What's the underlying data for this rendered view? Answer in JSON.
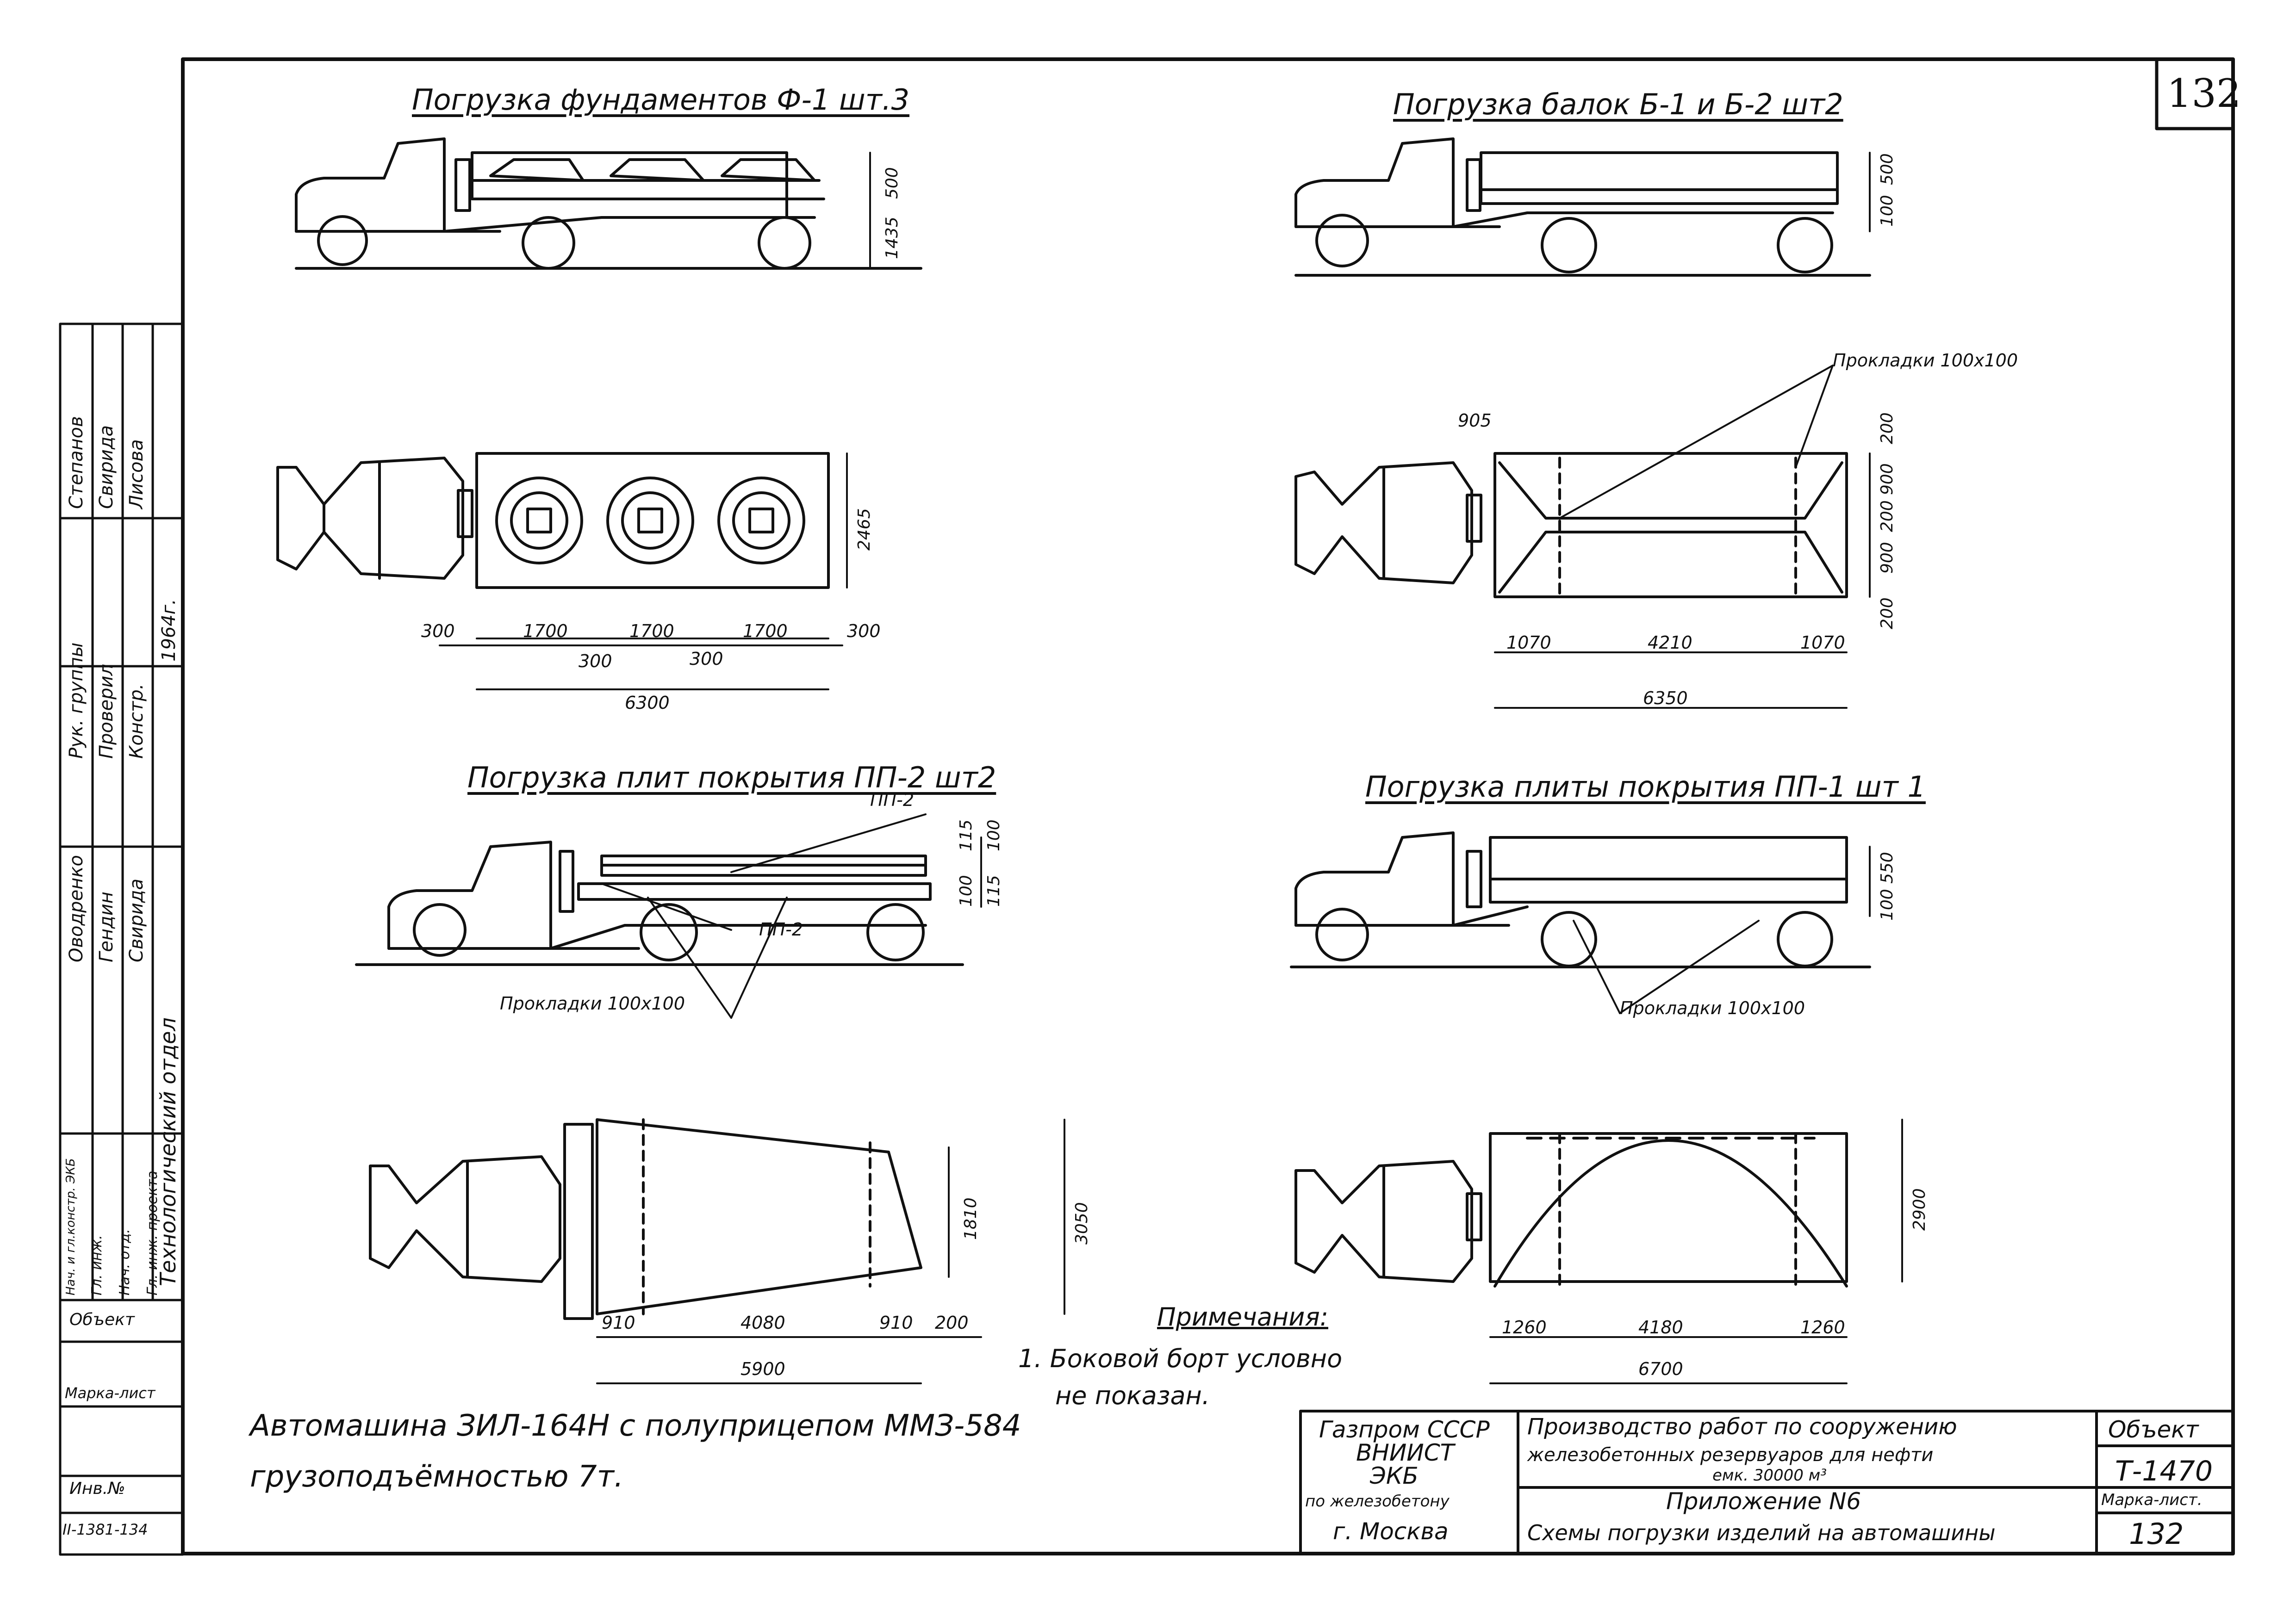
{
  "page_number": "132",
  "sections": {
    "foundations": {
      "title": "Погрузка фундаментов Ф-1 шт.3",
      "dims": {
        "h1": "1435",
        "h2": "500",
        "width": "2465",
        "ends": "300",
        "seg1": "1700",
        "seg2": "1700",
        "seg3": "1700",
        "end2": "300",
        "gap1": "300",
        "gap2": "300",
        "total": "6300"
      }
    },
    "beams": {
      "title": "Погрузка балок Б-1 и Б-2 шт2",
      "pads": "Прокладки 100х100",
      "dims": {
        "h1": "100",
        "h2": "500",
        "top": "905",
        "r1": "200",
        "r2": "900",
        "r3": "200",
        "r4": "900",
        "r5": "200",
        "left": "1070",
        "mid": "4210",
        "right": "1070",
        "total": "6350"
      }
    },
    "slabs2": {
      "title": "Погрузка плит покрытия ПП-2 шт2",
      "label_top": "ПП-2",
      "label_mid": "ПП-2",
      "pads": "Прокладки 100х100",
      "dims": {
        "a": "115",
        "b": "100",
        "c": "115",
        "d": "100",
        "e": "1810",
        "f": "3050",
        "left": "910",
        "mid": "4080",
        "right": "910",
        "tail": "200",
        "total": "5900"
      }
    },
    "slab1": {
      "title": "Погрузка плиты покрытия ПП-1 шт 1",
      "pads": "Прокладки 100х100",
      "dims": {
        "h1": "100",
        "h2": "550",
        "w": "2900",
        "left": "1260",
        "mid": "4180",
        "right": "1260",
        "total": "6700"
      }
    }
  },
  "notes": {
    "heading": "Примечания:",
    "line1": "1. Боковой борт условно",
    "line2": "не показан."
  },
  "caption": {
    "line1": "Автомашина ЗИЛ-164Н с полуприцепом ММЗ-584",
    "line2": "грузоподъёмностью 7т."
  },
  "stamp": {
    "org1": "Газпром СССР",
    "org2": "ВНИИСТ",
    "org3": "ЭКБ",
    "org4": "по железобетону",
    "org5": "г. Москва",
    "project1": "Производство работ по сооружению",
    "project2": "железобетонных резервуаров для нефти",
    "project3": "емк. 30000 м³",
    "appendix": "Приложение N6",
    "sheet_title": "Схемы погрузки изделий на автомашины",
    "object_label": "Объект",
    "object_value": "Т-1470",
    "mark_label": "Марка-лист.",
    "mark_value": "132"
  },
  "side_panel": {
    "object_label": "Объект",
    "mark_label": "Марка-лист",
    "inv_label": "Инв.№",
    "inv_value": "II-1381-134",
    "dept": "Технологический отдел",
    "col_roles": [
      "Нач. и гл.констр. ЭКБ",
      "Гл. инж.",
      "Нач. отд.",
      "Гл. инж. проекта"
    ],
    "col_names": [
      "Оводренко",
      "Гендин",
      "Свирида"
    ],
    "col_roles2": [
      "Рук. группы",
      "Проверил",
      "Констр."
    ],
    "col_names2": [
      "Степанов",
      "Свирида",
      "Лисова"
    ],
    "year": "1964г."
  }
}
